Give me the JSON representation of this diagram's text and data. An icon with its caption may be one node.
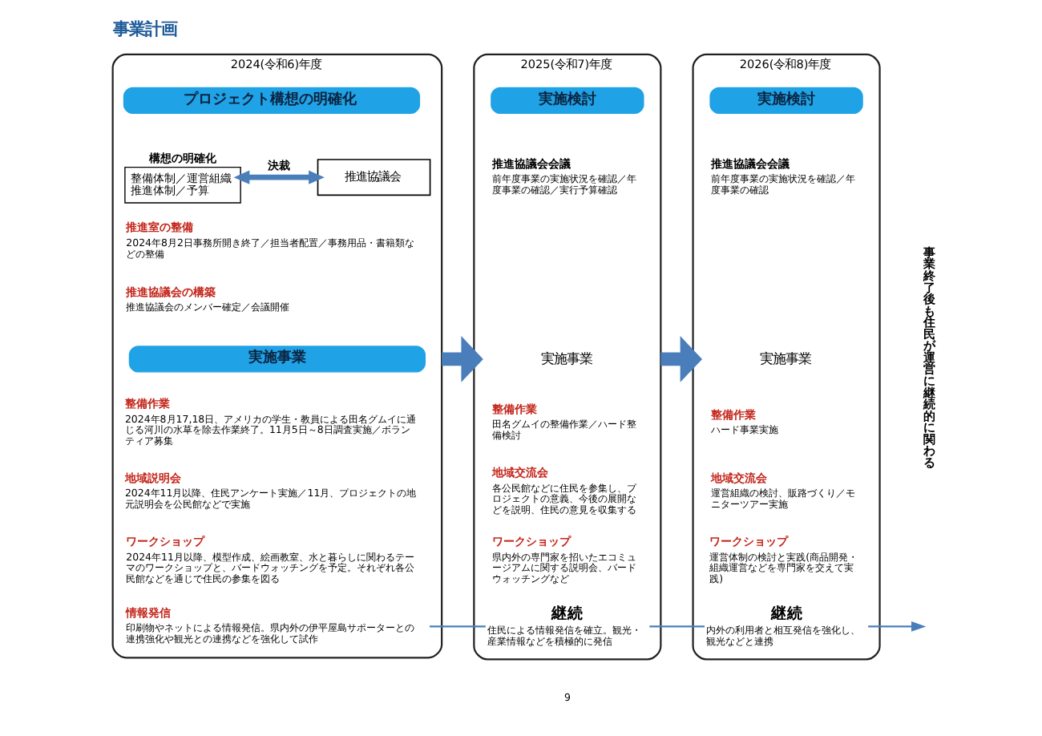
{
  "diagram": {
    "title": "事業計画",
    "nodes": [
      {
        "text": [
          "2024(令和6)年度"
        ]
      },
      {
        "text": [
          "プロジェクト構想の明確化"
        ],
        "in": 0
      },
      {
        "text": [
          "構想の明確化",
          "整備体制／運営組織",
          "推進体制／予算"
        ],
        "in": 0
      },
      {
        "text": [
          "推進協議会"
        ],
        "in": 0
      },
      {
        "text": [
          "実施事業"
        ],
        "in": 0
      },
      {
        "text": [
          "情報発信",
          "印刷物やネットによる情報発信。県内外の伊平屋島サポーターとの連携強化や観光との連携などを強化して試作"
        ],
        "in": 0
      },
      {
        "text": [
          "2025(令和7)年度"
        ]
      },
      {
        "text": [
          "実施検討"
        ],
        "in": 6
      },
      {
        "text": [
          "継続",
          "住民による情報発信を確立。観光・産業情報などを積極的に発信"
        ],
        "in": 6
      },
      {
        "text": [
          "2026(令和8)年度"
        ]
      },
      {
        "text": [
          "実施検討"
        ],
        "in": 9
      },
      {
        "text": [
          "継続",
          "内外の利用者と相互発信を強化し、観光などと連携"
        ],
        "in": 9
      }
    ],
    "edges": [
      {
        "from": 2,
        "to": 3,
        "arrow": "both",
        "label": "決裁",
        "style": "thick"
      },
      {
        "from": 0,
        "to": 6,
        "arrow": "to",
        "style": "thick"
      },
      {
        "from": 6,
        "to": 9,
        "arrow": "to",
        "style": "thick"
      },
      {
        "from": 5,
        "to": 8,
        "arrow": "none"
      },
      {
        "from": 8,
        "to": 11,
        "arrow": "none"
      },
      {
        "from": 11,
        "to": null,
        "arrow": "to"
      }
    ],
    "labels": [
      "推進室の整備",
      "2024年8月2日事務所開き終了／担当者配置／事務用品・書籍類などの整備",
      "推進協議会の構築",
      "推進協議会のメンバー確定／会議開催",
      "整備作業",
      "2024年8月17,18日、アメリカの学生・教員による田名グムイに通じる河川の水草を除去作業終了。11月5日～8日調査実施／ボランティア募集",
      "地域説明会",
      "2024年11月以降、住民アンケート実施／11月、プロジェクトの地元説明会を公民館などで実施",
      "ワークショップ",
      "2024年11月以降、模型作成、絵画教室、水と暮らしに関わるテーマのワークショップと、バードウォッチングを予定。それぞれ各公民館などを通じで住民の参集を図る",
      "推進協議会会議",
      "前年度事業の実施状況を確認／年度事業の確認／実行予算確認",
      "実施事業",
      "整備作業",
      "田名グムイの整備作業／ハード整備検討",
      "地域交流会",
      "各公民館などに住民を参集し、プロジェクトの意義、今後の展開などを説明、住民の意見を収集する",
      "ワークショップ",
      "県内外の専門家を招いたエコミュージアムに関する説明会、バードウォッチングなど",
      "推進協議会会議",
      "前年度事業の実施状況を確認／年度事業の確認",
      "実施事業",
      "整備作業",
      "ハード事業実施",
      "地域交流会",
      "運営組織の検討、販路づくり／モニターツアー実施",
      "ワークショップ",
      "運営体制の検討と実践(商品開発・組織運営などを専門家を交えて実践)",
      "事業終了後も住民が運営に継続的に関わる",
      "9"
    ]
  }
}
